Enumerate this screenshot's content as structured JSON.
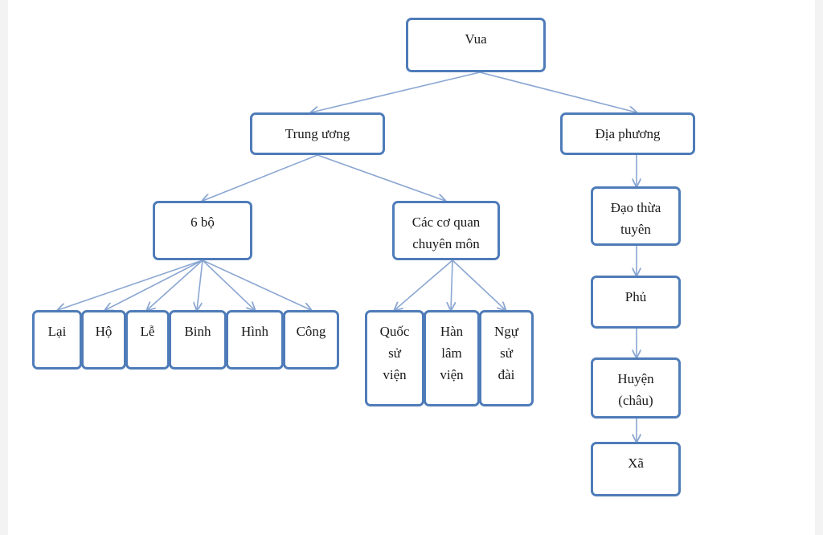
{
  "diagram": {
    "colors": {
      "box_border": "#4f7cb9",
      "edge": "#8aa6d2",
      "text": "#1a1a1a"
    },
    "nodes": {
      "vua": "Vua",
      "trung_uong": "Trung ương",
      "dia_phuong": "Địa phương",
      "sau_bo": "6 bộ",
      "co_quan": "Các cơ quan\nchuyên môn",
      "lai": "Lại",
      "ho": "Hộ",
      "le": "Lễ",
      "binh": "Binh",
      "hinh": "Hình",
      "cong": "Công",
      "quoc_su_vien": "Quốc\nsử\nviện",
      "han_lam_vien": "Hàn\nlâm\nviện",
      "ngu_su_dai": "Ngự\nsử\nđài",
      "dao_thua_tuyen": "Đạo thừa\ntuyên",
      "phu": "Phủ",
      "huyen": "Huyện\n(châu)",
      "xa": "Xã"
    }
  }
}
